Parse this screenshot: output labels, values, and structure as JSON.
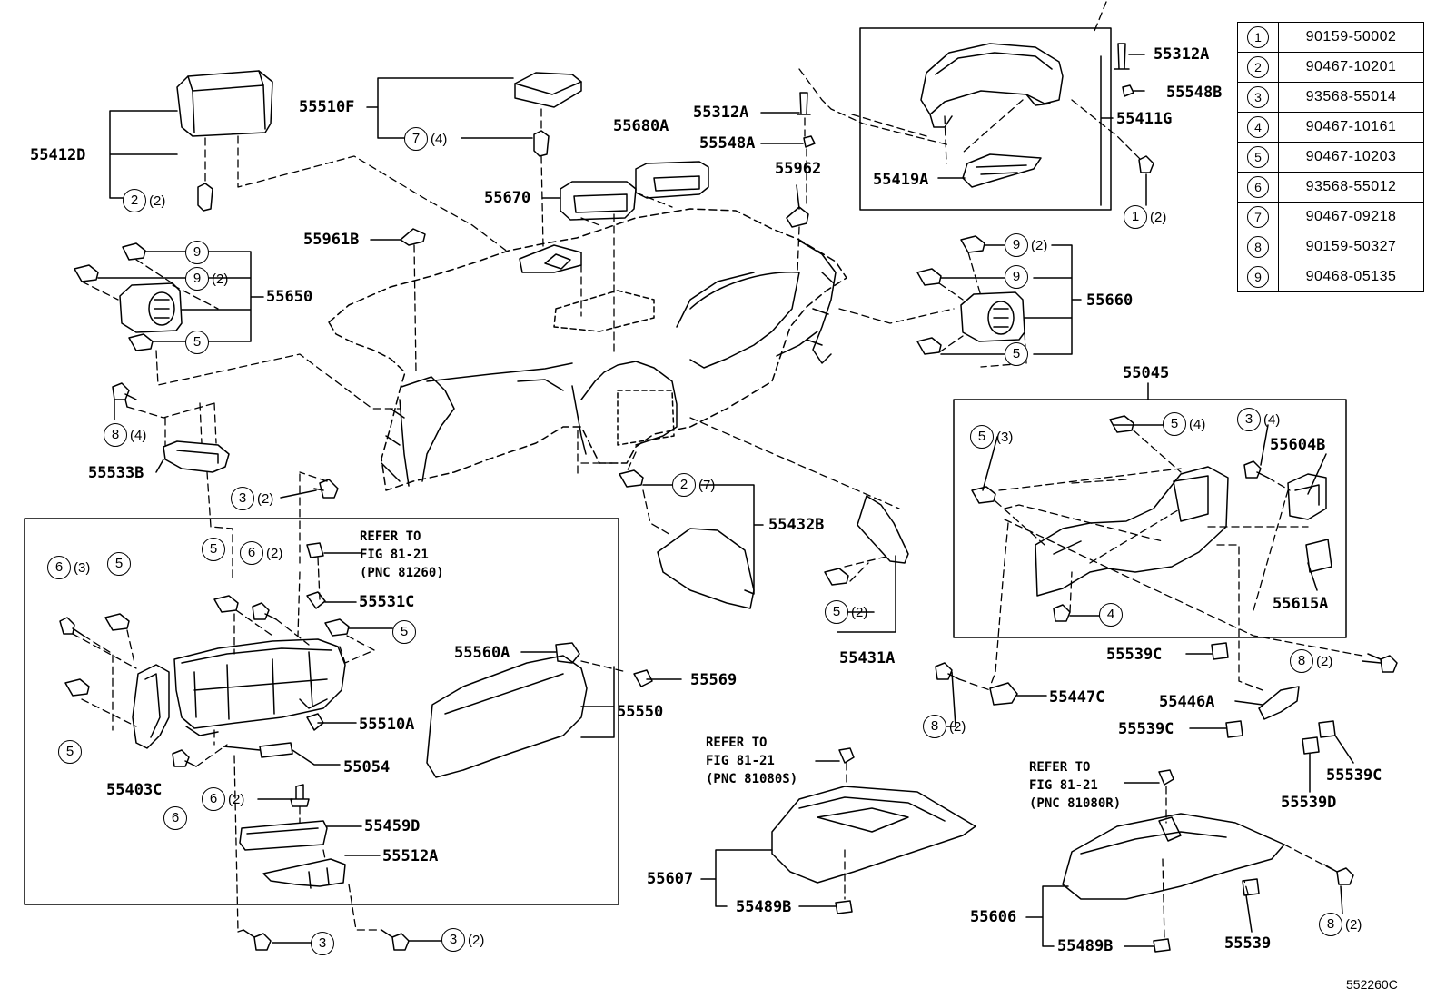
{
  "legend": [
    {
      "key": "1",
      "part": "90159-50002"
    },
    {
      "key": "2",
      "part": "90467-10201"
    },
    {
      "key": "3",
      "part": "93568-55014"
    },
    {
      "key": "4",
      "part": "90467-10161"
    },
    {
      "key": "5",
      "part": "90467-10203"
    },
    {
      "key": "6",
      "part": "93568-55012"
    },
    {
      "key": "7",
      "part": "90467-09218"
    },
    {
      "key": "8",
      "part": "90159-50327"
    },
    {
      "key": "9",
      "part": "90468-05135"
    }
  ],
  "labels": {
    "p55412D": "55412D",
    "p55510F": "55510F",
    "p55680A": "55680A",
    "p55312A_a": "55312A",
    "p55548A": "55548A",
    "p55670": "55670",
    "p55962": "55962",
    "p55961B": "55961B",
    "p55650": "55650",
    "p55312A_b": "55312A",
    "p55548B": "55548B",
    "p55411G": "55411G",
    "p55419A": "55419A",
    "p55660": "55660",
    "p55045": "55045",
    "p55604B": "55604B",
    "p55615A": "55615A",
    "p55533B": "55533B",
    "p55432B": "55432B",
    "p55431A": "55431A",
    "p55531C": "55531C",
    "p55560A": "55560A",
    "p55569": "55569",
    "p55550": "55550",
    "p55510A": "55510A",
    "p55054": "55054",
    "p55403C": "55403C",
    "p55459D": "55459D",
    "p55512A": "55512A",
    "p55539C_a": "55539C",
    "p55447C": "55447C",
    "p55446A": "55446A",
    "p55539C_b": "55539C",
    "p55539C_c": "55539C",
    "p55539D": "55539D",
    "p55607": "55607",
    "p55489B_a": "55489B",
    "p55606": "55606",
    "p55489B_b": "55489B",
    "p55539": "55539"
  },
  "refs": {
    "ref_a": "REFER TO\nFIG 81-21\n(PNC 81260)",
    "ref_b": "REFER TO\nFIG 81-21\n(PNC 81080S)",
    "ref_c": "REFER TO\nFIG 81-21\n(PNC 81080R)"
  },
  "callouts": {
    "c2a": {
      "n": "2",
      "q": "(2)"
    },
    "c7a": {
      "n": "7",
      "q": "(4)"
    },
    "c9a": {
      "n": "9",
      "q": ""
    },
    "c9b": {
      "n": "9",
      "q": "(2)"
    },
    "c5a": {
      "n": "5",
      "q": ""
    },
    "c8a": {
      "n": "8",
      "q": "(4)"
    },
    "c3a": {
      "n": "3",
      "q": "(2)"
    },
    "c6a": {
      "n": "6",
      "q": "(3)"
    },
    "c5b": {
      "n": "5",
      "q": ""
    },
    "c5c": {
      "n": "5",
      "q": ""
    },
    "c6b": {
      "n": "6",
      "q": "(2)"
    },
    "c5d": {
      "n": "5",
      "q": ""
    },
    "c5e": {
      "n": "5",
      "q": ""
    },
    "c6c": {
      "n": "6",
      "q": ""
    },
    "c6d": {
      "n": "6",
      "q": "(2)"
    },
    "c3b": {
      "n": "3",
      "q": ""
    },
    "c3c": {
      "n": "3",
      "q": "(2)"
    },
    "c2b": {
      "n": "2",
      "q": "(7)"
    },
    "c5f": {
      "n": "5",
      "q": "(2)"
    },
    "c1a": {
      "n": "1",
      "q": "(2)"
    },
    "c9c": {
      "n": "9",
      "q": "(2)"
    },
    "c9d": {
      "n": "9",
      "q": ""
    },
    "c5g": {
      "n": "5",
      "q": ""
    },
    "c5h": {
      "n": "5",
      "q": "(3)"
    },
    "c5i": {
      "n": "5",
      "q": "(4)"
    },
    "c3d": {
      "n": "3",
      "q": "(4)"
    },
    "c4a": {
      "n": "4",
      "q": ""
    },
    "c8b": {
      "n": "8",
      "q": "(2)"
    },
    "c8c": {
      "n": "8",
      "q": "(2)"
    },
    "c8d": {
      "n": "8",
      "q": "(2)"
    }
  },
  "diagram_code": "552260C"
}
